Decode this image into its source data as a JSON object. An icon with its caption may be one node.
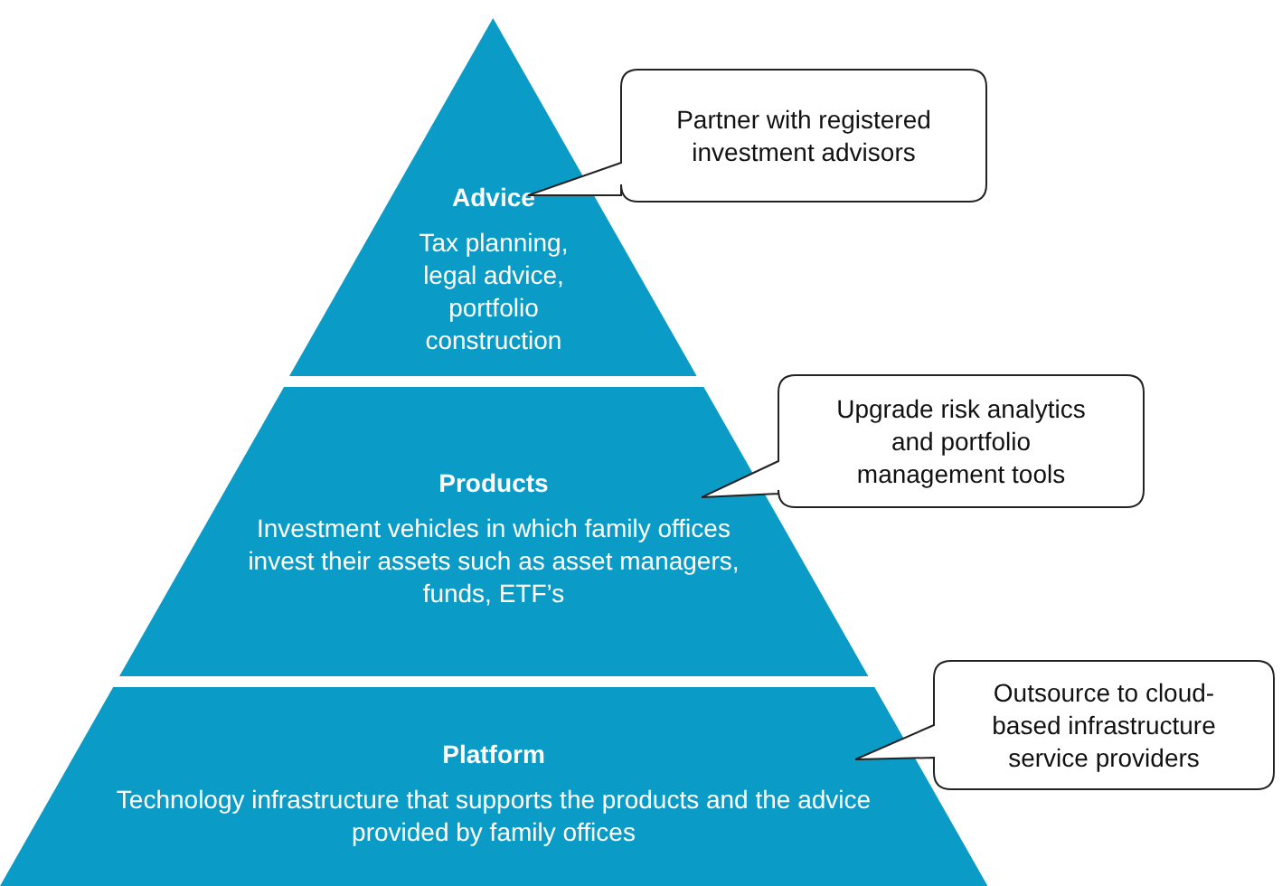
{
  "diagram": {
    "nodes": [
      {
        "text": [
          "Advice",
          "Tax planning, legal advice, portfolio construction"
        ]
      },
      {
        "text": [
          "Products",
          "Investment vehicles in which family offices invest their assets such as asset managers, funds, ETF’s"
        ]
      },
      {
        "text": [
          "Platform",
          "Technology infrastructure that supports the products and the advice provided by family offices"
        ]
      },
      {
        "text": [
          "Partner with registered investment advisors"
        ]
      },
      {
        "text": [
          "Upgrade risk analytics and portfolio management tools"
        ]
      },
      {
        "text": [
          "Outsource to cloud-based infrastructure service providers"
        ]
      }
    ]
  }
}
